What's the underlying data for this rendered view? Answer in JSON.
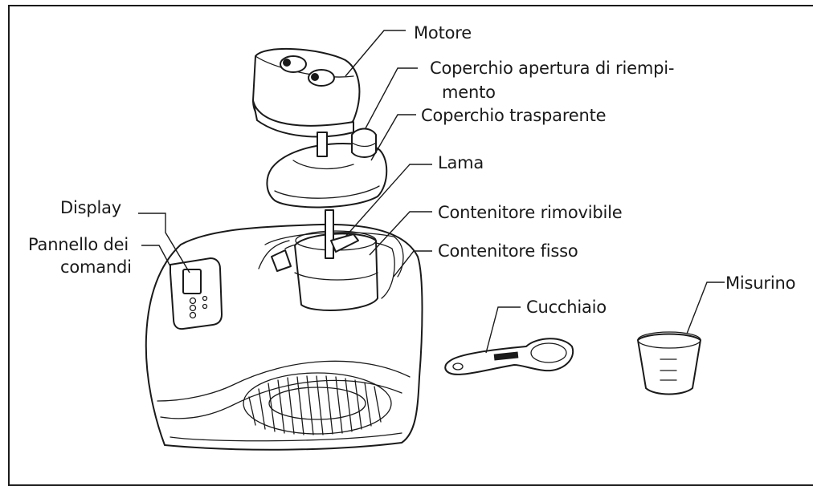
{
  "labels": {
    "motore": "Motore",
    "coperchio_apertura_line1": "Coperchio apertura di riempi-",
    "coperchio_apertura_line2": "mento",
    "coperchio_trasparente": "Coperchio trasparente",
    "lama": "Lama",
    "contenitore_rimovibile": "Contenitore rimovibile",
    "contenitore_fisso": "Contenitore fisso",
    "display": "Display",
    "pannello_line1": "Pannello dei",
    "pannello_line2": "comandi",
    "cucchiaio": "Cucchiaio",
    "misurino": "Misurino"
  },
  "colors": {
    "line": "#1a1a1a",
    "background": "#ffffff"
  }
}
